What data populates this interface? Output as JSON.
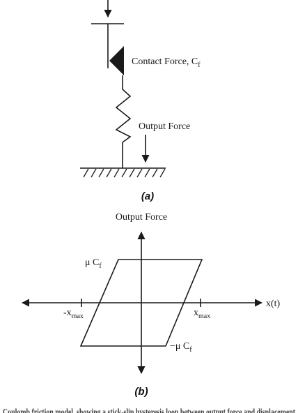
{
  "panel_a": {
    "contact_force_label": "Contact Force, C",
    "contact_force_sub": "f",
    "output_force_label": "Output Force",
    "caption": "(a)"
  },
  "panel_b": {
    "y_axis_label": "Output Force",
    "x_axis_label": "x(t)",
    "upper_level_label": "μ C",
    "upper_level_sub": "f",
    "lower_level_label": "−μ C",
    "lower_level_sub": "f",
    "neg_x_label": "-x",
    "neg_x_sub": "max",
    "pos_x_label": "x",
    "pos_x_sub": "max",
    "caption": "(b)"
  },
  "bottom_caption_fragment": "Coulomb friction model, showing a stick-slip hysteresis loop between output force and displacement"
}
